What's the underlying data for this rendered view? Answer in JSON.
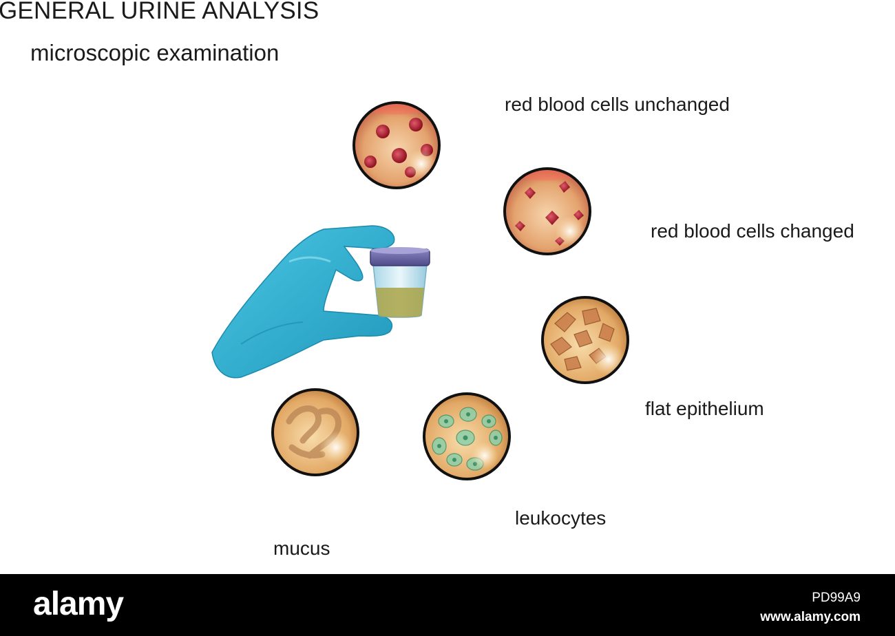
{
  "title": "GENERAL URINE ANALYSIS",
  "subtitle": "microscopic examination",
  "labels": {
    "rbc_unchanged": "red blood cells unchanged",
    "rbc_changed": "red blood cells changed",
    "flat_epithelium": "flat epithelium",
    "leukocytes": "leukocytes",
    "mucus": "mucus"
  },
  "footer": {
    "logo": "alamy",
    "image_id": "PD99A9",
    "site": "www.alamy.com"
  },
  "colors": {
    "glove": "#3bb3d3",
    "lid": "#6e6aa8",
    "specimen": "#a9a346",
    "rbc": "#b01a2a",
    "field_bg": "#e6b06a",
    "leukocyte": "#7cc4a0"
  }
}
